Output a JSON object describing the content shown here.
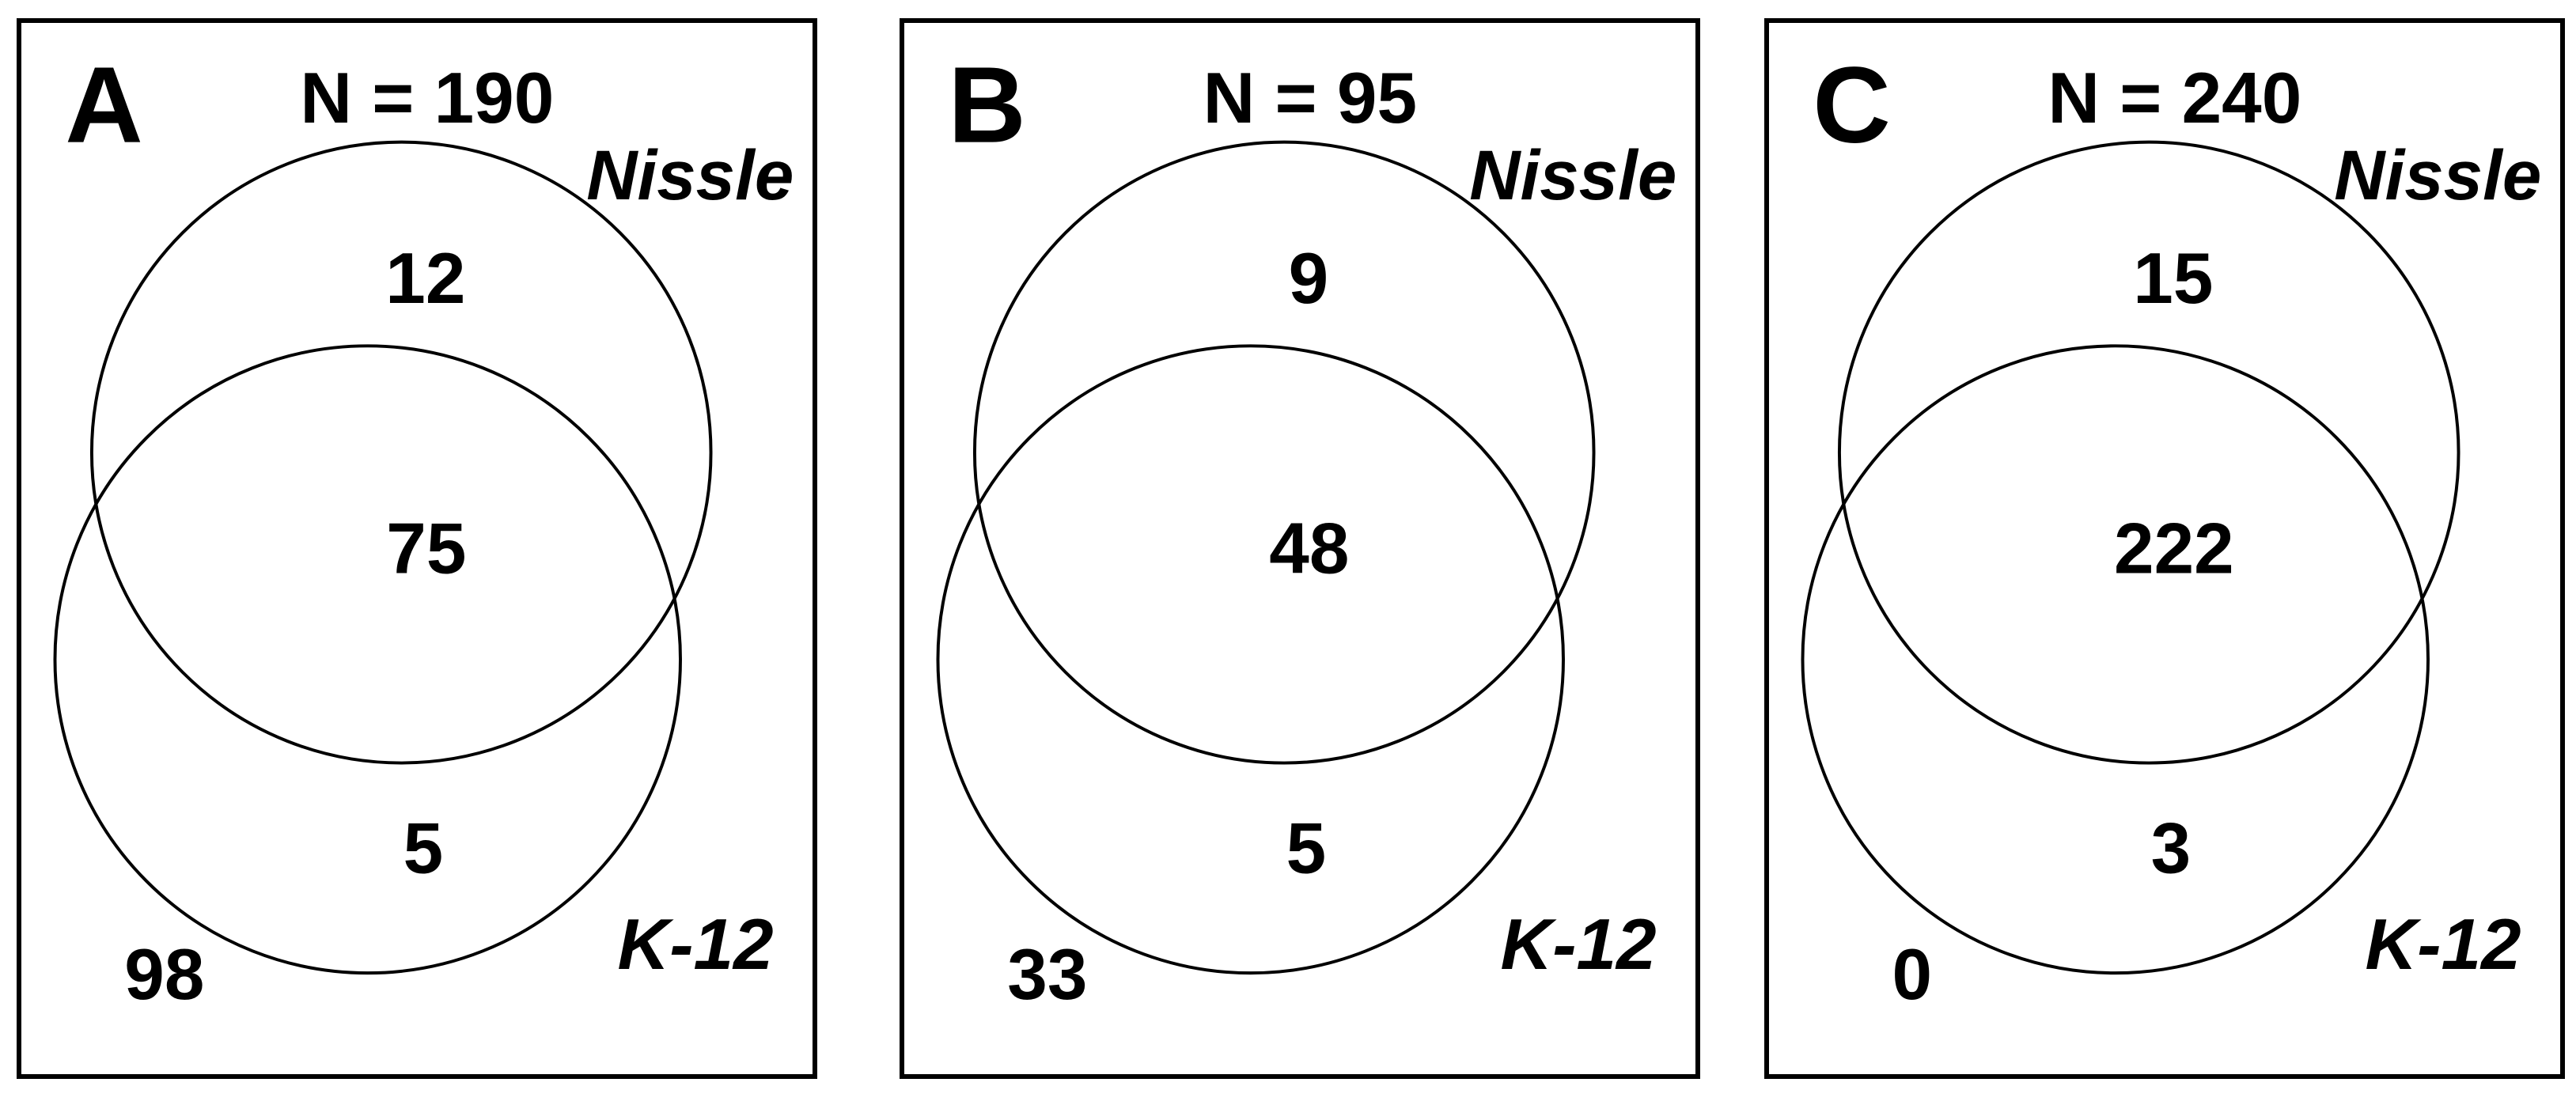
{
  "figure_type": "two-set venn diagram, three panels",
  "colors": {
    "background": "#ffffff",
    "line": "#000000",
    "text": "#000000"
  },
  "panels": [
    {
      "label": "A",
      "sample_size_label": "N = 190",
      "top_set": "Nissle",
      "bottom_set": "K-12",
      "counts": {
        "nissle_only": "12",
        "overlap": "75",
        "k12_only": "5",
        "outside": "98"
      }
    },
    {
      "label": "B",
      "sample_size_label": "N = 95",
      "top_set": "Nissle",
      "bottom_set": "K-12",
      "counts": {
        "nissle_only": "9",
        "overlap": "48",
        "k12_only": "5",
        "outside": "33"
      }
    },
    {
      "label": "C",
      "sample_size_label": "N = 240",
      "top_set": "Nissle",
      "bottom_set": "K-12",
      "counts": {
        "nissle_only": "15",
        "overlap": "222",
        "k12_only": "3",
        "outside": "0"
      }
    }
  ]
}
